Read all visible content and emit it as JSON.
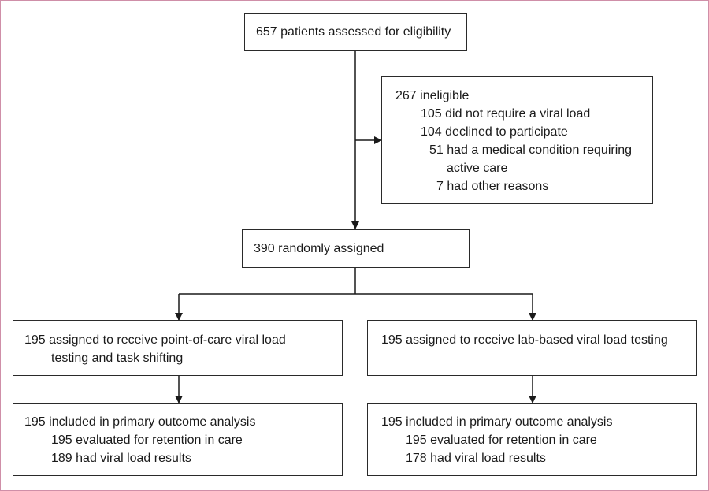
{
  "screening": {
    "label": "657 patients assessed for eligibility"
  },
  "ineligible": {
    "title": "267 ineligible",
    "reasons": [
      "105 did not require a viral load",
      "104 declined to participate",
      "51 had a medical condition requiring",
      "active care",
      "7 had other reasons"
    ]
  },
  "randomised": {
    "label": "390 randomly assigned"
  },
  "arm_left": {
    "assignment": [
      "195 assigned to receive point-of-care viral load",
      "testing and task shifting"
    ],
    "analysis": {
      "title": "195 included in primary outcome analysis",
      "items": [
        "195 evaluated for retention in care",
        "189 had viral load results"
      ]
    }
  },
  "arm_right": {
    "assignment": [
      "195 assigned to receive lab-based viral load testing"
    ],
    "analysis": {
      "title": "195 included in primary outcome analysis",
      "items": [
        "195 evaluated for retention in care",
        "178 had viral load results"
      ]
    }
  },
  "colors": {
    "border": "#2a2a2a",
    "frame": "#cf8fa8",
    "arrow": "#1a1a1a"
  }
}
